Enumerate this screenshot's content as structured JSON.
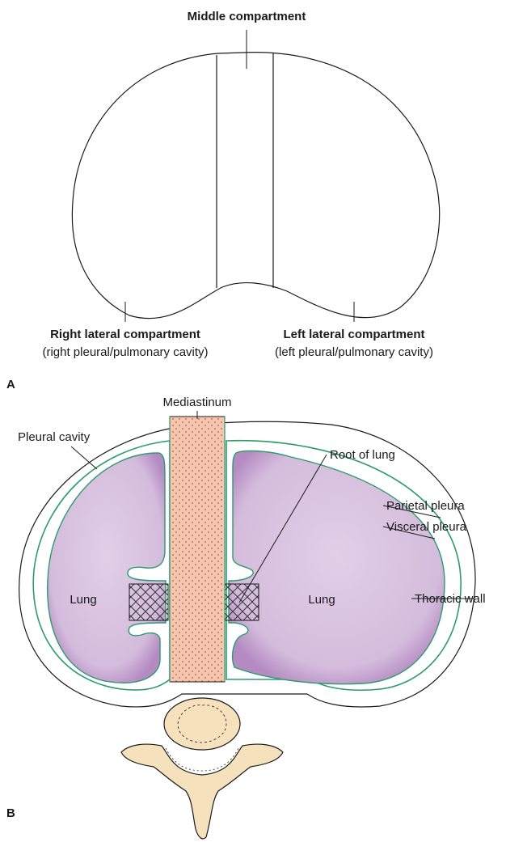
{
  "panel_a": {
    "letter": "A",
    "middle_compartment": "Middle compartment",
    "right_lateral_title": "Right lateral compartment",
    "right_lateral_sub": "(right pleural/pulmonary cavity)",
    "left_lateral_title": "Left lateral compartment",
    "left_lateral_sub": "(left pleural/pulmonary cavity)"
  },
  "panel_b": {
    "letter": "B",
    "mediastinum": "Mediastinum",
    "pleural_cavity": "Pleural cavity",
    "root_of_lung": "Root of lung",
    "parietal_pleura": "Parietal pleura",
    "visceral_pleura": "Visceral pleura",
    "thoracic_wall": "Thoracic wall",
    "lung_right": "Lung",
    "lung_left": "Lung"
  },
  "colors": {
    "lung_fill": "#d9c3e0",
    "lung_shade": "#b98fc6",
    "pleura_line": "#2e9b6e",
    "mediastinum_fill": "#f7c4ad",
    "bone_fill": "#f5e2bd",
    "outline": "#1a1a1a"
  }
}
